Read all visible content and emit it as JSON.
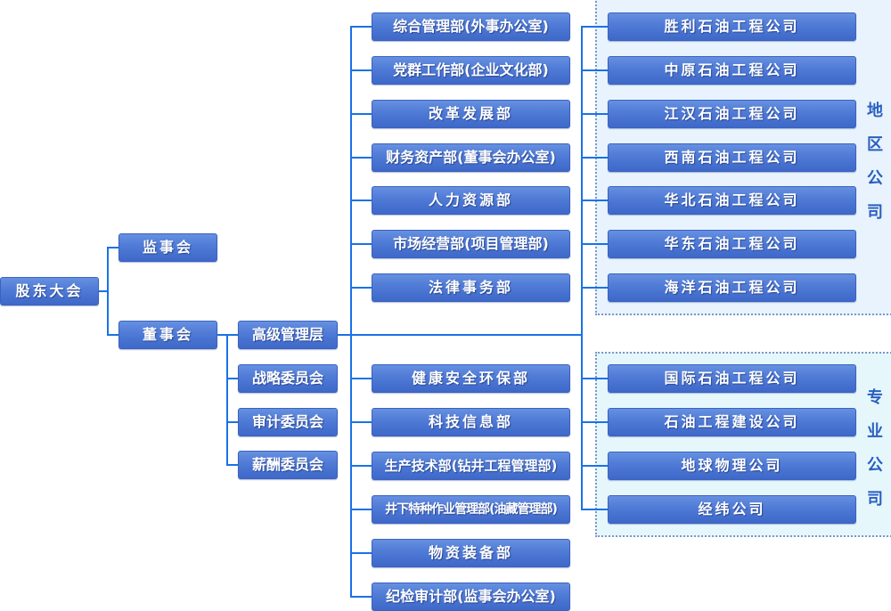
{
  "root": {
    "label": "股东大会"
  },
  "level1": [
    {
      "label": "监事会"
    },
    {
      "label": "董事会"
    }
  ],
  "board_children": [
    {
      "label": "高级管理层"
    },
    {
      "label": "战略委员会"
    },
    {
      "label": "审计委员会"
    },
    {
      "label": "薪酬委员会"
    }
  ],
  "departments_upper": [
    {
      "label": "综合管理部(外事办公室)"
    },
    {
      "label": "党群工作部(企业文化部)"
    },
    {
      "label": "改革发展部"
    },
    {
      "label": "财务资产部(董事会办公室)"
    },
    {
      "label": "人力资源部"
    },
    {
      "label": "市场经营部(项目管理部)"
    },
    {
      "label": "法律事务部"
    }
  ],
  "departments_lower": [
    {
      "label": "健康安全环保部"
    },
    {
      "label": "科技信息部"
    },
    {
      "label": "生产技术部(钻井工程管理部)"
    },
    {
      "label": "井下特种作业管理部(油藏管理部)"
    },
    {
      "label": "物资装备部"
    },
    {
      "label": "纪检审计部(监事会办公室)"
    }
  ],
  "regional_companies": {
    "group_label": [
      "地",
      "区",
      "公",
      "司"
    ],
    "items": [
      {
        "label": "胜利石油工程公司"
      },
      {
        "label": "中原石油工程公司"
      },
      {
        "label": "江汉石油工程公司"
      },
      {
        "label": "西南石油工程公司"
      },
      {
        "label": "华北石油工程公司"
      },
      {
        "label": "华东石油工程公司"
      },
      {
        "label": "海洋石油工程公司"
      }
    ]
  },
  "specialized_companies": {
    "group_label": [
      "专",
      "业",
      "公",
      "司"
    ],
    "items": [
      {
        "label": "国际石油工程公司"
      },
      {
        "label": "石油工程建设公司"
      },
      {
        "label": "地球物理公司"
      },
      {
        "label": "经纬公司"
      }
    ]
  },
  "colors": {
    "node": "#4f7ad6",
    "connector": "#1a72e6",
    "region_bg": "#e8f3fd",
    "specialized_bg": "#e6f7fc",
    "group_label": "#2a5fc0"
  }
}
